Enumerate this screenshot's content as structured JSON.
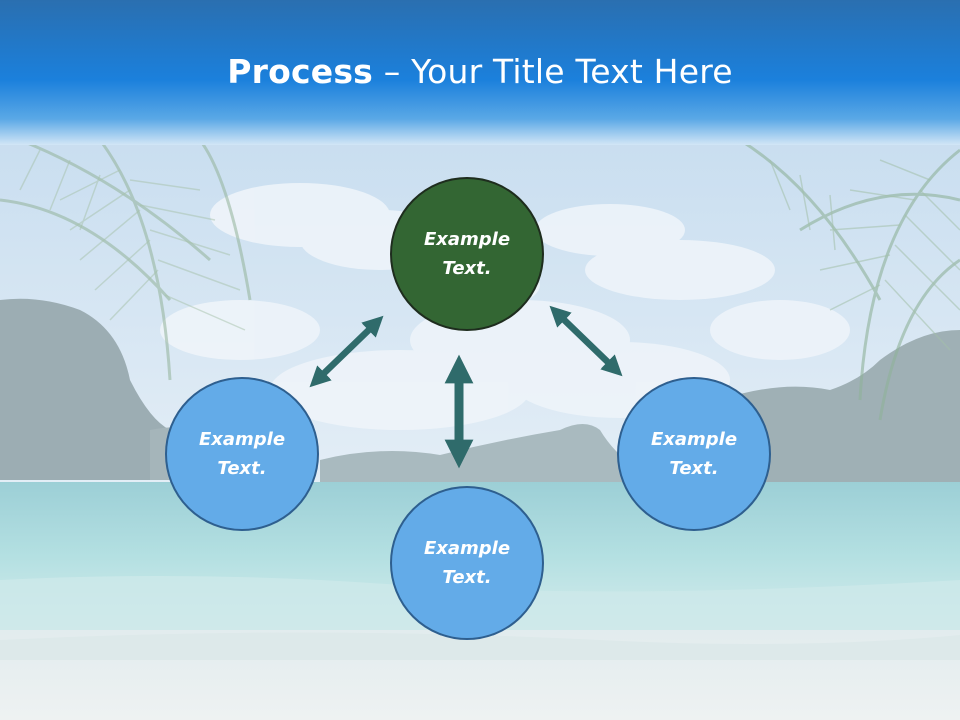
{
  "slide": {
    "title_bold": "Process",
    "title_rest": " – Your Title Text Here"
  },
  "nodes": {
    "top": {
      "line1": "Example",
      "line2": "Text."
    },
    "left": {
      "line1": "Example",
      "line2": "Text."
    },
    "right": {
      "line1": "Example",
      "line2": "Text."
    },
    "bottom": {
      "line1": "Example",
      "line2": "Text."
    }
  },
  "colors": {
    "header_blue": "#1f7fd6",
    "center_node": "#336633",
    "outer_node": "#63abe8",
    "arrow": "#2f6b6b"
  }
}
